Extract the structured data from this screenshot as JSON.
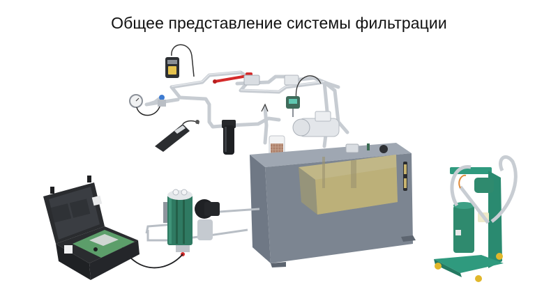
{
  "title": "Общее представление системы фильтрации",
  "components": [
    {
      "id": "portable-particle-counter-case",
      "icon": "suitcase-analyzer-icon"
    },
    {
      "id": "offline-filter-unit",
      "icon": "filter-pump-unit-icon"
    },
    {
      "id": "hydraulic-tank",
      "icon": "tank-icon"
    },
    {
      "id": "mobile-filter-cart",
      "icon": "filter-cart-icon"
    },
    {
      "id": "pressure-gauge",
      "icon": "gauge-icon"
    },
    {
      "id": "handheld-meter",
      "icon": "handheld-meter-icon"
    },
    {
      "id": "inline-filter",
      "icon": "inline-filter-icon"
    },
    {
      "id": "breather-filter",
      "icon": "breather-icon"
    },
    {
      "id": "pump-motor",
      "icon": "motor-icon"
    },
    {
      "id": "online-sensor",
      "icon": "sensor-icon"
    },
    {
      "id": "pressure-transmitter",
      "icon": "transmitter-icon"
    }
  ],
  "colors": {
    "tank": "#7c8591",
    "tank_light": "#9aa2ad",
    "oil": "#c9bd86",
    "pipe": "#c9ced4",
    "filter_green": "#2f7a62",
    "cart_green": "#2f9a7e",
    "valve_red": "#d42a2a",
    "case_black": "#2a2c2f",
    "panel_green": "#5c9e6a"
  }
}
